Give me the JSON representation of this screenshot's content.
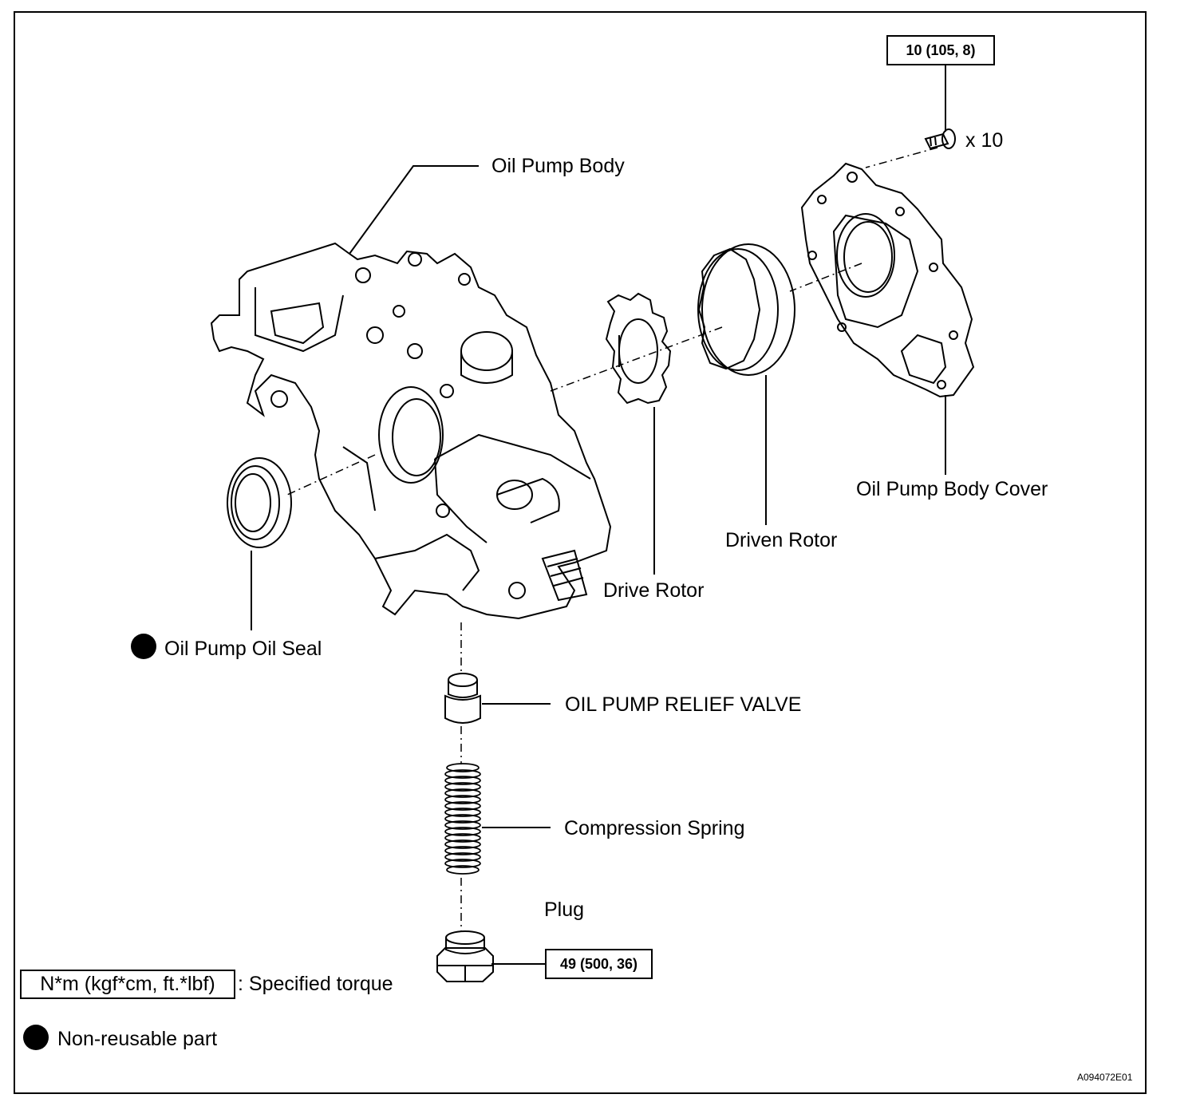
{
  "labels": {
    "oil_pump_body": "Oil Pump Body",
    "oil_pump_body_cover": "Oil Pump Body Cover",
    "driven_rotor": "Driven Rotor",
    "drive_rotor": "Drive Rotor",
    "oil_pump_oil_seal": "Oil Pump Oil Seal",
    "relief_valve": "OIL PUMP RELIEF VALVE",
    "compression_spring": "Compression Spring",
    "plug": "Plug",
    "bolt_count": "x 10"
  },
  "torque": {
    "bolt": "10 (105, 8)",
    "plug": "49 (500, 36)"
  },
  "legend": {
    "torque_units": "N*m (kgf*cm, ft.*lbf)",
    "torque_desc": ": Specified torque",
    "non_reusable": "Non-reusable part"
  },
  "figure_code": "A094072E01",
  "markers": {
    "non_reusable_icon": "filled-circle-icon"
  }
}
